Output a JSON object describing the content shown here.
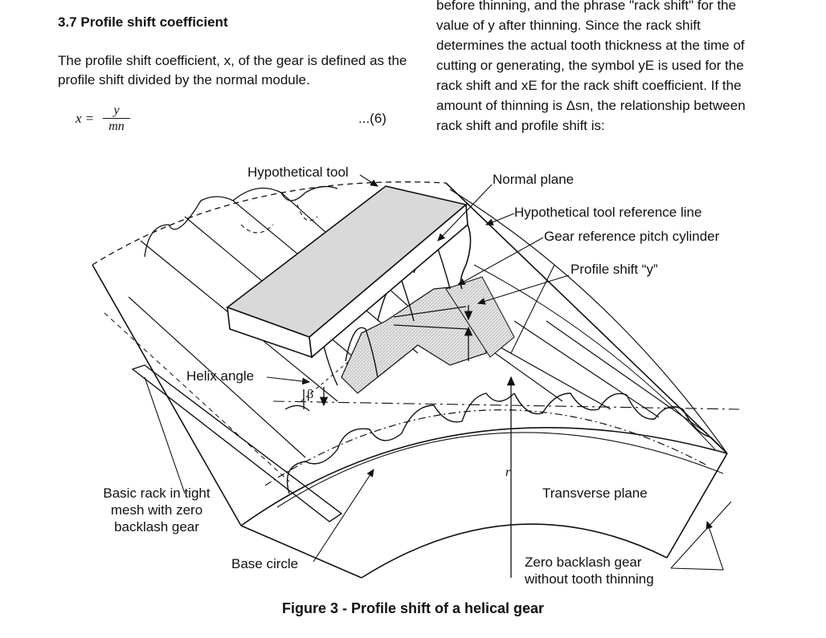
{
  "section": {
    "heading": "3.7  Profile shift coefficient",
    "paragraph": "The profile shift coefficient, x, of the gear is defined as the profile shift divided by the normal module."
  },
  "equation": {
    "lhs": "x  =",
    "numerator": "y",
    "denominator": "mn",
    "number": "...(6)"
  },
  "right_column": {
    "line1": "before thinning, and the phrase \"rack shift\" for the",
    "line2": "value of y after thinning. Since the rack shift",
    "line3": "determines the actual tooth thickness at the time of",
    "line4": "cutting or generating, the symbol yE is used for the",
    "line5": "rack shift and xE for the rack shift coefficient. If the",
    "line6": "amount of thinning is Δsn, the relationship between",
    "line7": "rack shift and profile shift is:"
  },
  "figure": {
    "labels": {
      "hypothetical_tool": "Hypothetical tool",
      "normal_plane": "Normal plane",
      "tool_reference_line": "Hypothetical tool reference line",
      "pitch_cylinder": "Gear reference pitch cylinder",
      "profile_shift": "Profile shift “y”",
      "helix_angle": "Helix angle",
      "beta": "β",
      "radius": "r",
      "basic_rack_1": "Basic rack in tight",
      "basic_rack_2": "mesh with zero",
      "basic_rack_3": "backlash gear",
      "transverse_plane": "Transverse plane",
      "base_circle": "Base circle",
      "zero_backlash_1": "Zero backlash gear",
      "zero_backlash_2": "without tooth thinning"
    },
    "caption": "Figure 3 - Profile shift of a helical gear"
  }
}
